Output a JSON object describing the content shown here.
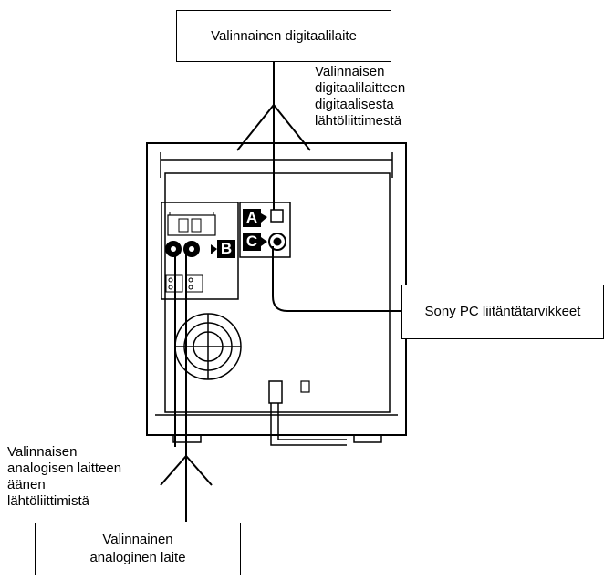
{
  "boxes": {
    "digital_device": "Valinnainen digitaalilaite",
    "pc_accessories": "Sony PC liitäntätarvikkeet",
    "analog_device_line1": "Valinnainen",
    "analog_device_line2": "analoginen laite"
  },
  "captions": {
    "digital_output": "Valinnaisen\ndigitaalilaitteen\ndigitaalisesta\nlähtöliittimestä",
    "analog_output": "Valinnaisen\nanalogisen laitteen\näänen\nlähtöliittimistä"
  },
  "badges": {
    "a": "A",
    "b": "B",
    "c": "C"
  }
}
